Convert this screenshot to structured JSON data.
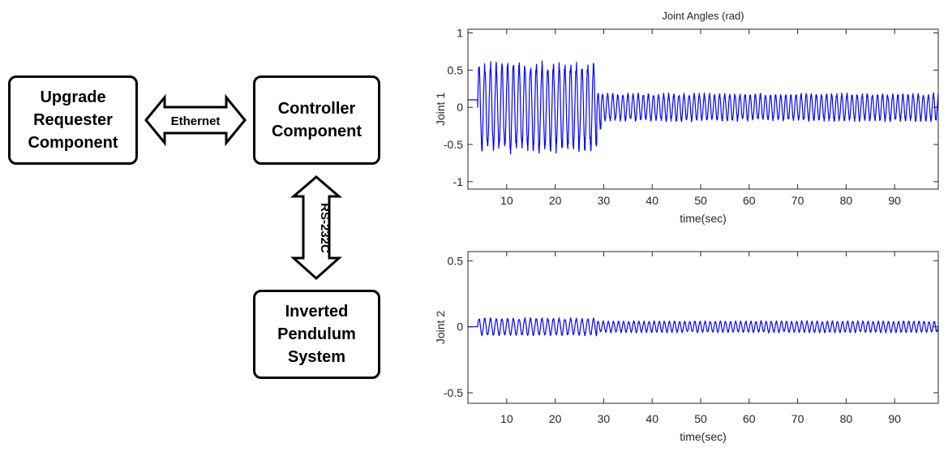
{
  "diagram": {
    "nodes": {
      "upgrade_requester": "Upgrade\nRequester\nComponent",
      "controller": "Controller\nComponent",
      "pendulum": "Inverted\nPendulum\nSystem"
    },
    "edges": {
      "ethernet": "Ethernet",
      "rs232c": "RS-232C"
    }
  },
  "colors": {
    "series": "#0000ff",
    "axis": "#262626",
    "node_border": "#000000"
  },
  "chart_data": [
    {
      "type": "line",
      "title": "Joint Angles (rad)",
      "xlabel": "time(sec)",
      "ylabel": "Joint 1",
      "xlim": [
        2,
        99
      ],
      "ylim": [
        -1.1,
        1.05
      ],
      "xticks": [
        10,
        20,
        30,
        40,
        50,
        60,
        70,
        80,
        90
      ],
      "yticks": [
        1,
        0.5,
        0,
        -0.5,
        -1
      ],
      "ytick_labels": [
        "1",
        "0.5",
        "0",
        "-0.5",
        "-1"
      ],
      "segments": [
        {
          "t_start": 2,
          "t_end": 4,
          "amplitude": 0.0,
          "period": 1.0,
          "offset": 0.1
        },
        {
          "t_start": 4,
          "t_end": 28.6,
          "amplitude": 0.55,
          "period": 1.18,
          "offset": 0.0
        },
        {
          "t_start": 28.6,
          "t_end": 29.5,
          "amplitude": 0.25,
          "period": 1.0,
          "offset": -0.05
        },
        {
          "t_start": 29.5,
          "t_end": 99,
          "amplitude": 0.17,
          "period": 1.05,
          "offset": 0.0
        }
      ]
    },
    {
      "type": "line",
      "title": "",
      "xlabel": "time(sec)",
      "ylabel": "Joint 2",
      "xlim": [
        2,
        99
      ],
      "ylim": [
        -0.58,
        0.57
      ],
      "xticks": [
        10,
        20,
        30,
        40,
        50,
        60,
        70,
        80,
        90
      ],
      "yticks": [
        0.5,
        0,
        -0.5
      ],
      "ytick_labels": [
        "0.5",
        "0",
        "-0.5"
      ],
      "segments": [
        {
          "t_start": 2,
          "t_end": 4,
          "amplitude": 0.0,
          "period": 1.0,
          "offset": 0.0
        },
        {
          "t_start": 4,
          "t_end": 28.6,
          "amplitude": 0.06,
          "period": 1.18,
          "offset": 0.0
        },
        {
          "t_start": 28.6,
          "t_end": 99,
          "amplitude": 0.04,
          "period": 1.05,
          "offset": 0.0
        }
      ]
    }
  ]
}
